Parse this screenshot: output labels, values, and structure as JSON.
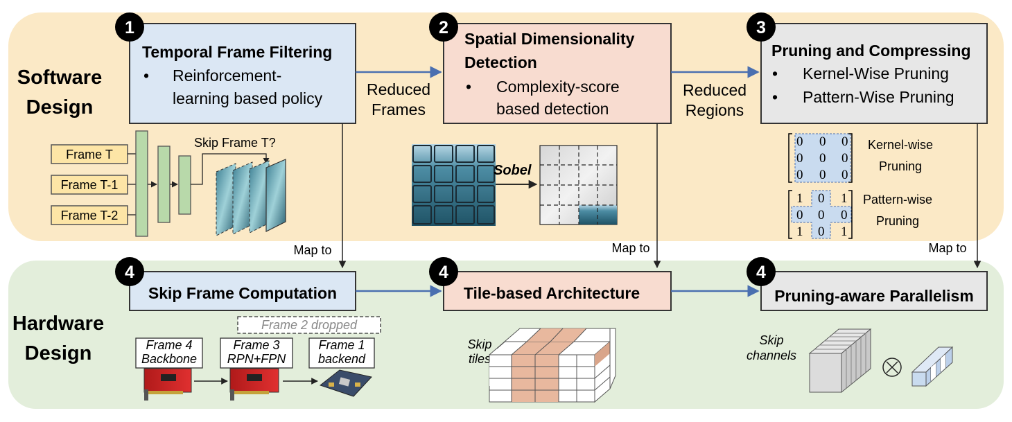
{
  "colors": {
    "software_bg": "#fbe9c6",
    "hardware_bg": "#e3eedb",
    "blue_box": "#dbe7f4",
    "peach_box": "#f8dcd0",
    "gray_box": "#e7e7e7",
    "arrow": "#4a6fb0",
    "badge": "#000000",
    "frame_input": "#fde5a6",
    "layer_green": "#b8d9aa",
    "tile_peach": "#e8b89e",
    "channel_blue": "#c9dbef"
  },
  "sections": {
    "software": {
      "line1": "Software",
      "line2": "Design"
    },
    "hardware": {
      "line1": "Hardware",
      "line2": "Design"
    }
  },
  "software": {
    "box1": {
      "badge": "1",
      "title": "Temporal Frame Filtering",
      "bullet": "•",
      "line1": "Reinforcement-",
      "line2": "learning based policy"
    },
    "box2": {
      "badge": "2",
      "title1": "Spatial Dimensionality",
      "title2": "Detection",
      "bullet": "•",
      "line1": "Complexity-score",
      "line2": "based detection"
    },
    "box3": {
      "badge": "3",
      "title": "Pruning and Compressing",
      "bullet": "•",
      "item1": "Kernel-Wise Pruning",
      "item2": "Pattern-Wise Pruning"
    },
    "link12": {
      "line1": "Reduced",
      "line2": "Frames"
    },
    "link23": {
      "line1": "Reduced",
      "line2": "Regions"
    },
    "rl_diagram": {
      "inputs": [
        "Frame T",
        "Frame T-1",
        "Frame T-2"
      ],
      "question": "Skip Frame T?"
    },
    "sobel": {
      "label": "Sobel"
    },
    "kernel": {
      "matrix": [
        [
          "0",
          "0",
          "0"
        ],
        [
          "0",
          "0",
          "0"
        ],
        [
          "0",
          "0",
          "0"
        ]
      ],
      "label1": "Kernel-wise",
      "label2": "Pruning"
    },
    "pattern": {
      "matrix": [
        [
          "1",
          "0",
          "1"
        ],
        [
          "0",
          "0",
          "0"
        ],
        [
          "1",
          "0",
          "1"
        ]
      ],
      "label1": "Pattern-wise",
      "label2": "Pruning"
    }
  },
  "map_label": "Map to",
  "hardware": {
    "box1": {
      "badge": "4",
      "title": "Skip Frame Computation"
    },
    "box2": {
      "badge": "4",
      "title": "Tile-based Architecture"
    },
    "box3": {
      "badge": "4",
      "title": "Pruning-aware Parallelism"
    },
    "pipeline": {
      "dropped": "Frame 2 dropped",
      "stages": [
        {
          "line1": "Frame 4",
          "line2": "Backbone"
        },
        {
          "line1": "Frame 3",
          "line2": "RPN+FPN"
        },
        {
          "line1": "Frame 1",
          "line2": "backend"
        }
      ]
    },
    "skip_tiles": {
      "line1": "Skip",
      "line2": "tiles"
    },
    "skip_channels": {
      "line1": "Skip",
      "line2": "channels"
    },
    "times": "⊗"
  }
}
